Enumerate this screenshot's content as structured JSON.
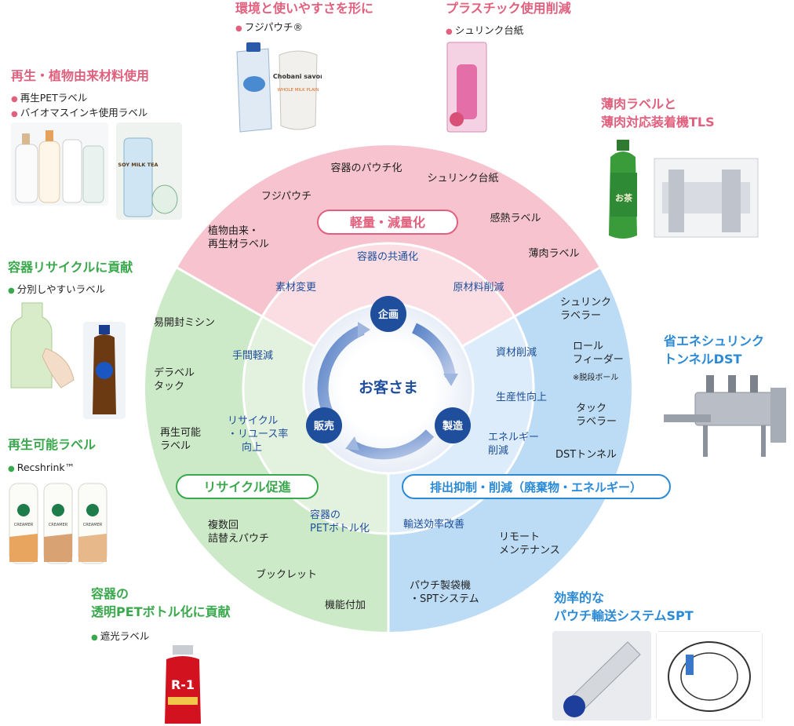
{
  "top_captions": {
    "env_pouch": {
      "title": "環境と使いやすさを形に",
      "item": "フジパウチ®"
    },
    "plastic": {
      "title": "プラスチック使用削減",
      "item": "シュリンク台紙"
    },
    "recycled": {
      "title": "再生・植物由来材料使用",
      "items": [
        "再生PETラベル",
        "バイオマスインキ使用ラベル"
      ]
    },
    "thin_label": {
      "title_lines": [
        "薄肉ラベルと",
        "薄肉対応装着機TLS"
      ]
    }
  },
  "left_captions": {
    "recycle_contrib": {
      "title": "容器リサイクルに貢献",
      "item": "分別しやすいラベル"
    },
    "reusable_label": {
      "title": "再生可能ラベル",
      "item": "Recshrink™"
    },
    "clear_pet": {
      "title_lines": [
        "容器の",
        "透明PETボトル化に貢献"
      ],
      "item": "遮光ラベル"
    }
  },
  "right_captions": {
    "shrink_tunnel": {
      "title_lines": [
        "省エネシュリンク",
        "トンネルDST"
      ]
    },
    "pouch_transport": {
      "title_lines": [
        "効率的な",
        "パウチ輸送システムSPT"
      ]
    }
  },
  "photo_texts": {
    "pouch_brand": "Chobani savor",
    "pouch_sub": "WHOLE MILK PLAIN",
    "soy_tea": "SOY MILK TEA",
    "tea_bottle": "お茶",
    "creamer": "CREAMER",
    "r1": "R-1"
  },
  "diagram": {
    "center": "お客さま",
    "cycle": {
      "plan": "企画",
      "make": "製造",
      "sell": "販売"
    },
    "banners": {
      "weight": "軽量・減量化",
      "recycle": "リサイクル促進",
      "emission": "排出抑制・削減（廃棄物・エネルギー）"
    },
    "pink_outer": [
      "容器のパウチ化",
      "フジパウチ",
      "シュリンク台紙",
      "感熱ラベル",
      "植物由来・",
      "再生材ラベル",
      "薄肉ラベル"
    ],
    "pink_inner": [
      "容器の共通化",
      "素材変更",
      "原材料削減"
    ],
    "blue_outer": [
      "シュリンク",
      "ラベラー",
      "ロール",
      "フィーダー",
      "※脱段ボール",
      "タック",
      "ラベラー",
      "DSTトンネル",
      "リモート",
      "メンテナンス",
      "パウチ製袋機",
      "・SPTシステム"
    ],
    "blue_inner": [
      "資材削減",
      "生産性向上",
      "エネルギー",
      "削減",
      "輸送効率改善"
    ],
    "green_outer": [
      "易開封ミシン",
      "デラベル",
      "タック",
      "再生可能",
      "ラベル",
      "複数回",
      "詰替えパウチ",
      "ブックレット",
      "機能付加"
    ],
    "green_inner": [
      "手間軽減",
      "リサイクル",
      "・リユース率",
      "向上",
      "容器の",
      "PETボトル化"
    ]
  },
  "colors": {
    "pink": "#e0607e",
    "blue": "#2b8ad6",
    "green": "#3aa84c",
    "navy": "#1f4f9c"
  }
}
